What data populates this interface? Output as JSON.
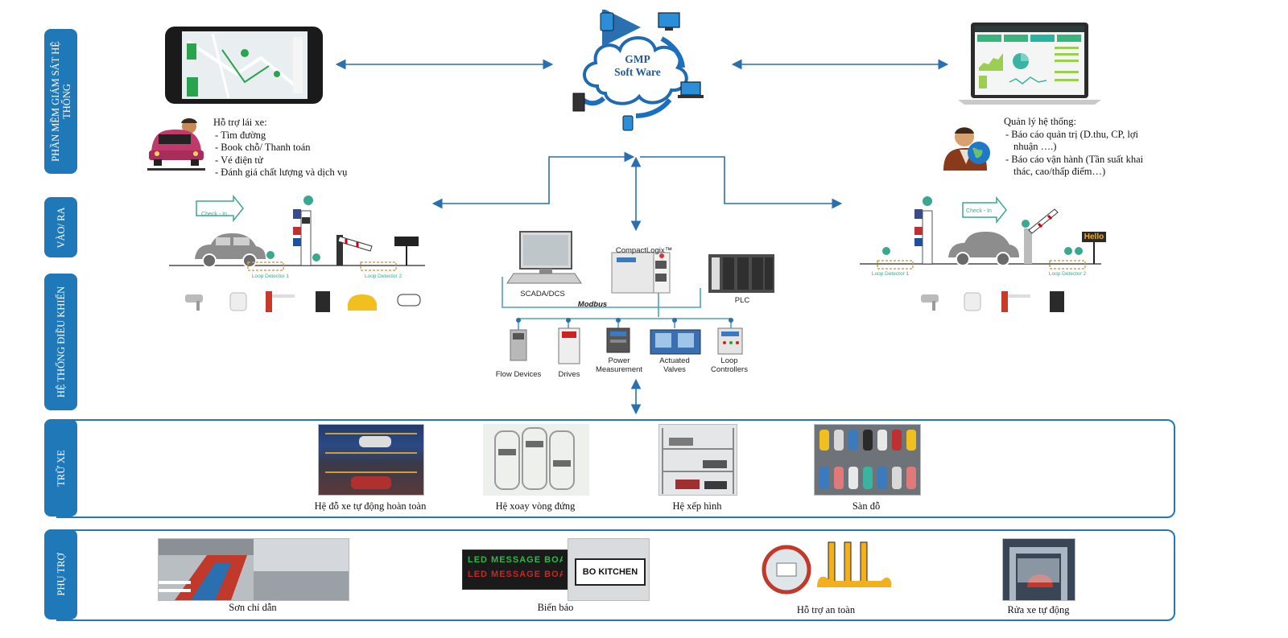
{
  "side_labels": {
    "monitoring": "PHẦN MỀM GIÁM SÁT HỆ THỐNG",
    "entry_exit": "VÀO/ RA",
    "control": "HỆ THỐNG ĐIỀU KHIỂN",
    "storage": "TRỮ XE",
    "auxiliary": "PHỤ TRỢ"
  },
  "cloud": {
    "line1": "GMP",
    "line2": "Soft Ware"
  },
  "driver_support": {
    "title": "Hỗ trợ lái xe:",
    "items": [
      "Tìm đường",
      "Book chỗ/ Thanh toán",
      "Vé điện tử",
      "Đánh giá chất lượng và dịch vụ"
    ]
  },
  "system_management": {
    "title": "Quản lý hệ thống:",
    "items": [
      "Báo cáo quản trị (D.thu, CP, lợi nhuận ….)",
      "Báo cáo vận hành (Tần suất khai thác, cao/thấp điểm…)"
    ]
  },
  "entry_lane": {
    "check_label": "Check - In",
    "loop1": "Loop Detector 1",
    "loop2": "Loop Detector 2"
  },
  "exit_lane": {
    "check_label": "Check - In",
    "loop1": "Loop Detector 1",
    "loop2": "Loop Detector 2",
    "sign": "Hello"
  },
  "control_system": {
    "scada": "SCADA/DCS",
    "compactlogix": "CompactLogix™",
    "plc": "PLC",
    "protocol": "Modbus",
    "devices": [
      {
        "line1": "Flow Devices",
        "line2": ""
      },
      {
        "line1": "Drives",
        "line2": ""
      },
      {
        "line1": "Power",
        "line2": "Measurement"
      },
      {
        "line1": "Actuated",
        "line2": "Valves"
      },
      {
        "line1": "Loop",
        "line2": "Controllers"
      }
    ]
  },
  "storage_items": [
    "Hệ đỗ xe tự động hoàn toàn",
    "Hệ xoay vòng đứng",
    "Hệ xếp hình",
    "Sàn đỗ"
  ],
  "auxiliary_items": [
    "Sơn chỉ dẫn",
    "Biển báo",
    "Hỗ trợ an toàn",
    "Rửa xe tự động"
  ],
  "signboards": {
    "led_text": "LED MESSAGE BOARD",
    "box_sign": "BO KITCHEN"
  },
  "colors": {
    "accent": "#1f78b8",
    "teal": "#3aa88c",
    "arrow": "#2a6fb0"
  }
}
